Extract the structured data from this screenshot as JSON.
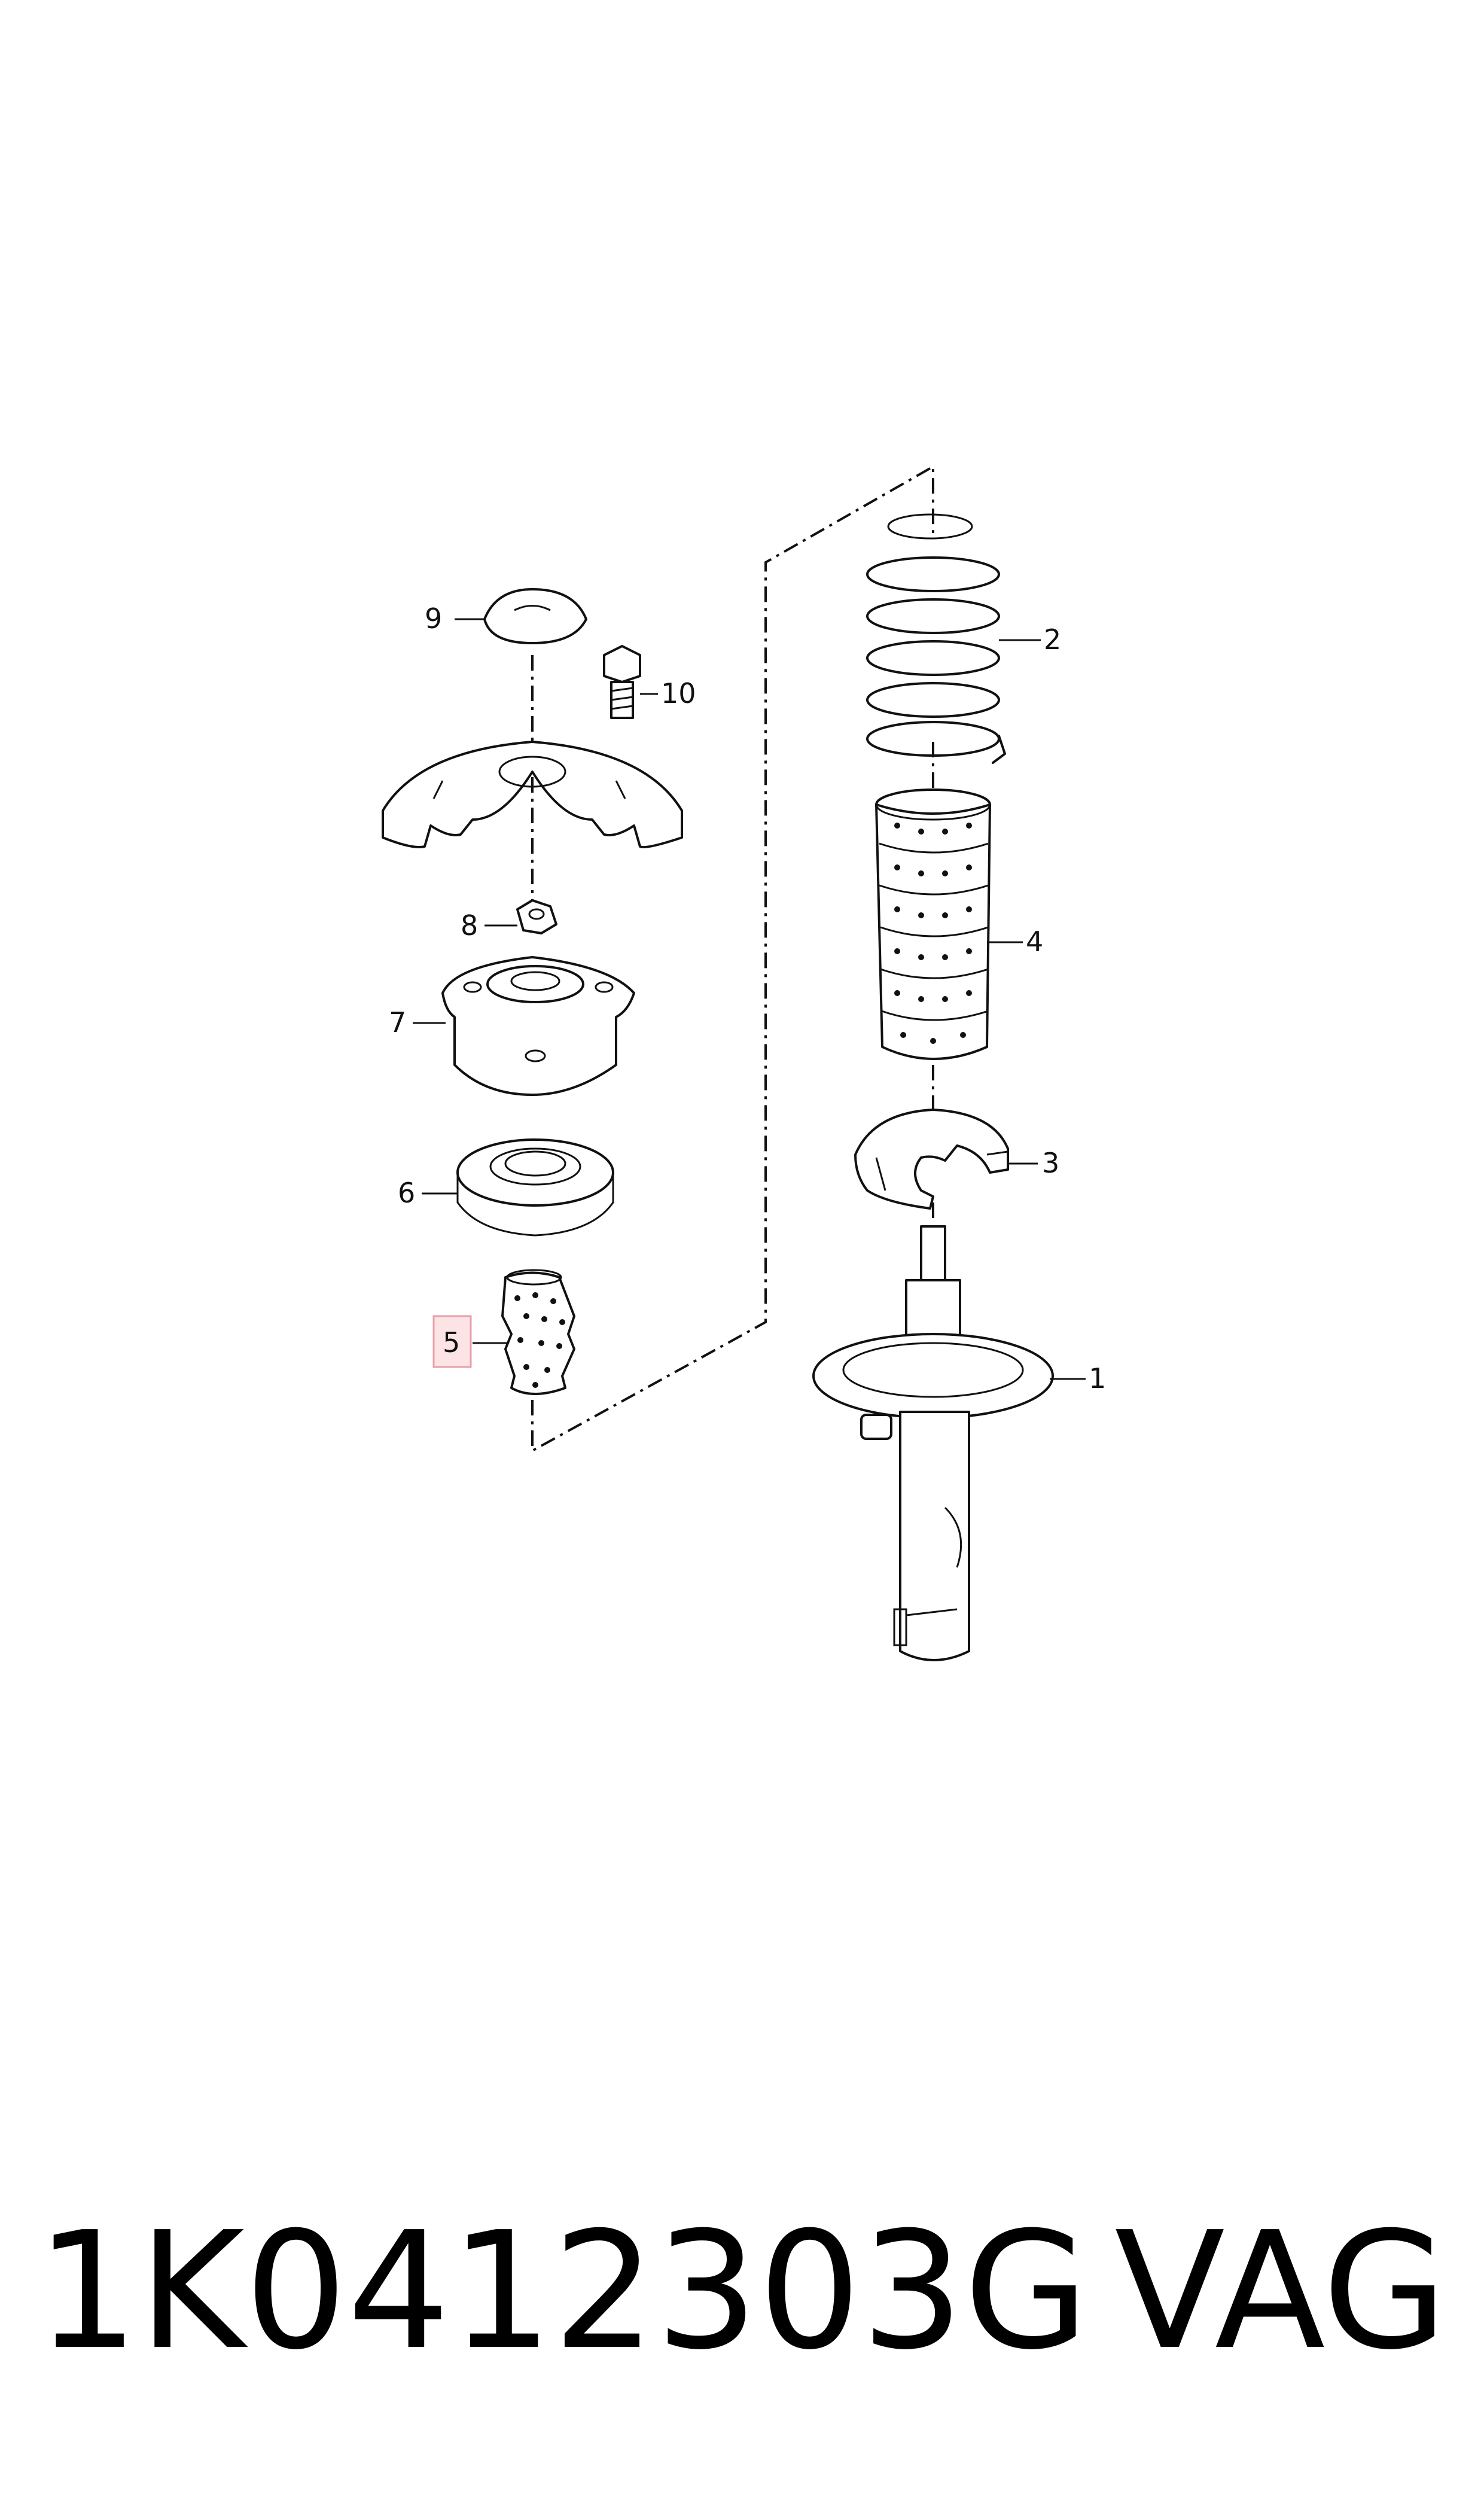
{
  "diagram": {
    "callouts": [
      {
        "id": "1",
        "label": "1"
      },
      {
        "id": "2",
        "label": "2"
      },
      {
        "id": "3",
        "label": "3"
      },
      {
        "id": "4",
        "label": "4"
      },
      {
        "id": "5",
        "label": "5",
        "highlighted": true
      },
      {
        "id": "6",
        "label": "6"
      },
      {
        "id": "7",
        "label": "7"
      },
      {
        "id": "8",
        "label": "8"
      },
      {
        "id": "9",
        "label": "9"
      },
      {
        "id": "10",
        "label": "10"
      }
    ],
    "highlight_color": "#e8a0a8"
  },
  "footer": {
    "part_number": "1K0412303G",
    "brand": "VAG"
  }
}
